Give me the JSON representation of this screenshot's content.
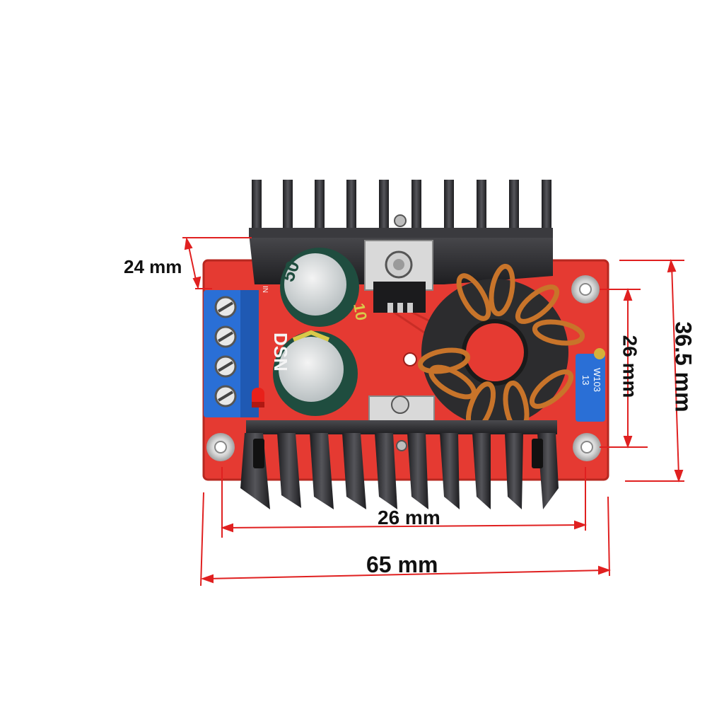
{
  "dimensions": {
    "pcb_height": "24 mm",
    "hole_spacing_vertical": "26 mm",
    "total_height": "36.5 mm",
    "hole_spacing_horizontal": "26 mm",
    "total_length": "65 mm"
  },
  "components": {
    "capacitor_top_marking": "50",
    "capacitor_side_marking": "10",
    "trimmer_marking": "W103",
    "trimmer_code": "13",
    "brand_print": "DSN",
    "terminal_label": "IN"
  },
  "colors": {
    "dimension_line": "#e02020",
    "pcb": "#e53a32",
    "heatsink": "#2b2b2e",
    "terminal": "#2a6fd6",
    "capacitor": "#1f4d3f",
    "copper_wire": "#c8742a"
  }
}
